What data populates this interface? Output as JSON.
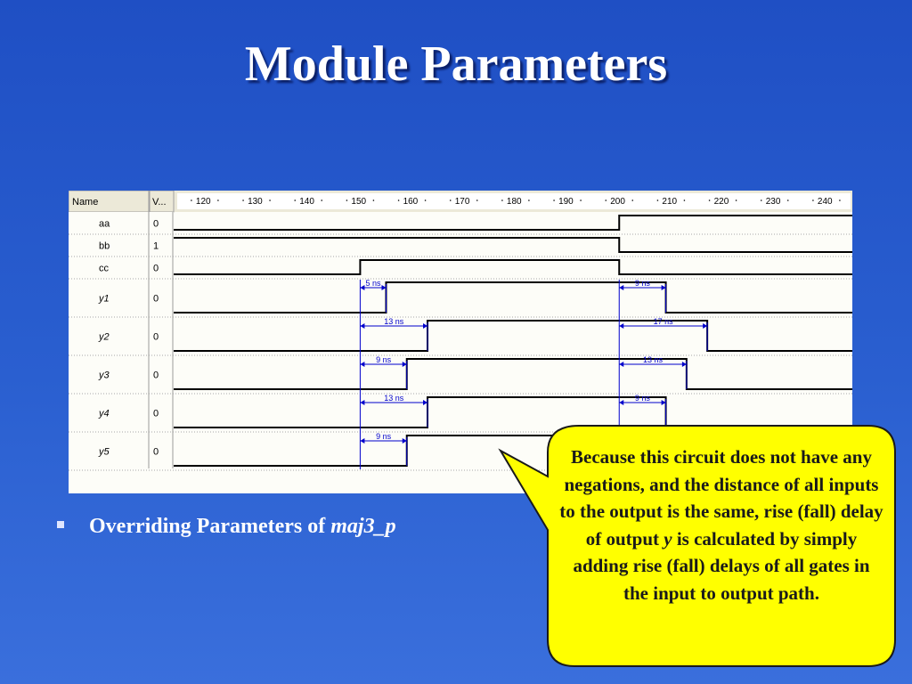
{
  "slide": {
    "title": "Module Parameters"
  },
  "bullet": {
    "text": "Overriding Parameters of ",
    "emphasis": "maj3_p"
  },
  "callout": {
    "text_before": "Because this circuit does not have any negations, and the distance of all inputs to the output is the same, rise (fall) delay of output ",
    "variable": "y",
    "text_after": " is calculated by simply adding rise (fall) delays of all gates in the input to output path."
  },
  "colors": {
    "background": "#2a5fd0",
    "callout_fill": "#ffff00",
    "marker": "#0000cc"
  },
  "waveform": {
    "header": {
      "name": "Name",
      "value": "V..."
    },
    "time_ticks": [
      120,
      130,
      140,
      150,
      160,
      170,
      180,
      190,
      200,
      210,
      220,
      230,
      240
    ],
    "time_range": [
      114,
      245
    ],
    "signals": [
      {
        "name": "aa",
        "value": "0",
        "italic": false,
        "transitions": [
          [
            114,
            0
          ],
          [
            200,
            1
          ]
        ]
      },
      {
        "name": "bb",
        "value": "1",
        "italic": false,
        "transitions": [
          [
            114,
            1
          ],
          [
            200,
            0
          ]
        ]
      },
      {
        "name": "cc",
        "value": "0",
        "italic": false,
        "transitions": [
          [
            114,
            0
          ],
          [
            150,
            1
          ],
          [
            200,
            0
          ]
        ]
      },
      {
        "name": "y1",
        "value": "0",
        "italic": true,
        "transitions": [
          [
            114,
            0
          ],
          [
            155,
            1
          ],
          [
            209,
            0
          ]
        ],
        "delays": [
          {
            "from": 150,
            "to": 155,
            "label": "5 ns"
          },
          {
            "from": 200,
            "to": 209,
            "label": "9 ns"
          }
        ]
      },
      {
        "name": "y2",
        "value": "0",
        "italic": true,
        "transitions": [
          [
            114,
            0
          ],
          [
            163,
            1
          ],
          [
            217,
            0
          ]
        ],
        "delays": [
          {
            "from": 150,
            "to": 163,
            "label": "13 ns"
          },
          {
            "from": 200,
            "to": 217,
            "label": "17 ns"
          }
        ]
      },
      {
        "name": "y3",
        "value": "0",
        "italic": true,
        "transitions": [
          [
            114,
            0
          ],
          [
            159,
            1
          ],
          [
            213,
            0
          ]
        ],
        "delays": [
          {
            "from": 150,
            "to": 159,
            "label": "9 ns"
          },
          {
            "from": 200,
            "to": 213,
            "label": "13 ns"
          }
        ]
      },
      {
        "name": "y4",
        "value": "0",
        "italic": true,
        "transitions": [
          [
            114,
            0
          ],
          [
            163,
            1
          ],
          [
            209,
            0
          ]
        ],
        "delays": [
          {
            "from": 150,
            "to": 163,
            "label": "13 ns"
          },
          {
            "from": 200,
            "to": 209,
            "label": "9 ns"
          }
        ]
      },
      {
        "name": "y5",
        "value": "0",
        "italic": true,
        "transitions": [
          [
            114,
            0
          ],
          [
            159,
            1
          ]
        ],
        "delays": [
          {
            "from": 150,
            "to": 159,
            "label": "9 ns"
          }
        ]
      }
    ]
  }
}
